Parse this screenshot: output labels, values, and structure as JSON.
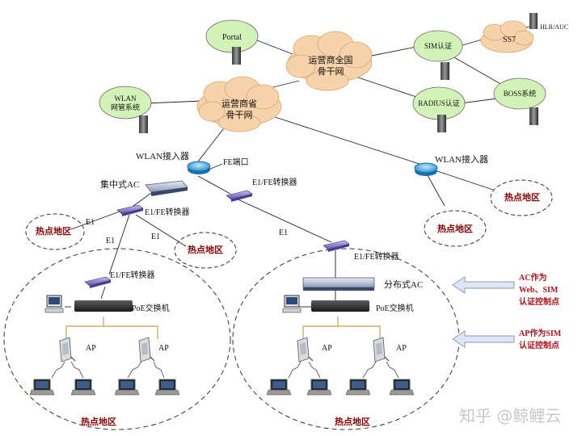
{
  "nodes": {
    "portal": "Portal",
    "wlan_nms": "WLAN\n网管系统",
    "national_backbone": "运营商全国\n骨干网",
    "provincial_backbone": "运营商省\n骨干网",
    "ss7": "SS7",
    "hlr_auc": "HLR/AUC",
    "sim_auth": "SIM认证",
    "radius_auth": "RADIUS认证",
    "boss": "BOSS系统",
    "wlan_access_left": "WLAN接入器",
    "wlan_access_right": "WLAN接入器",
    "fe_port": "FE端口",
    "central_ac": "集中式AC",
    "e1fe_a": "E1/FE转换器",
    "e1fe_b": "E1/FE转换器",
    "e1fe_c": "E1/FE转换器",
    "e1fe_d": "E1/FE转换器",
    "e1_a": "E1",
    "e1_b": "E1",
    "e1_c": "E1",
    "e1_d": "E1",
    "distributed_ac": "分布式AC",
    "poe_left": "PoE交换机",
    "poe_right": "PoE交换机",
    "ap_1": "AP",
    "ap_2": "AP",
    "ap_3": "AP",
    "ap_4": "AP"
  },
  "hotspots": {
    "hs_right_1": "热点地区",
    "hs_right_2": "热点地区",
    "hs_left_1": "热点地区",
    "hs_left_2": "热点地区",
    "hs_bottom_left": "热点地区",
    "hs_bottom_right": "热点地区"
  },
  "annotations": {
    "ac_control": "AC作为\nWeb、SIM\n认证控制点",
    "ap_control": "AP作为SIM\n认证控制点"
  },
  "watermark": "知乎 @鲸鲤云"
}
